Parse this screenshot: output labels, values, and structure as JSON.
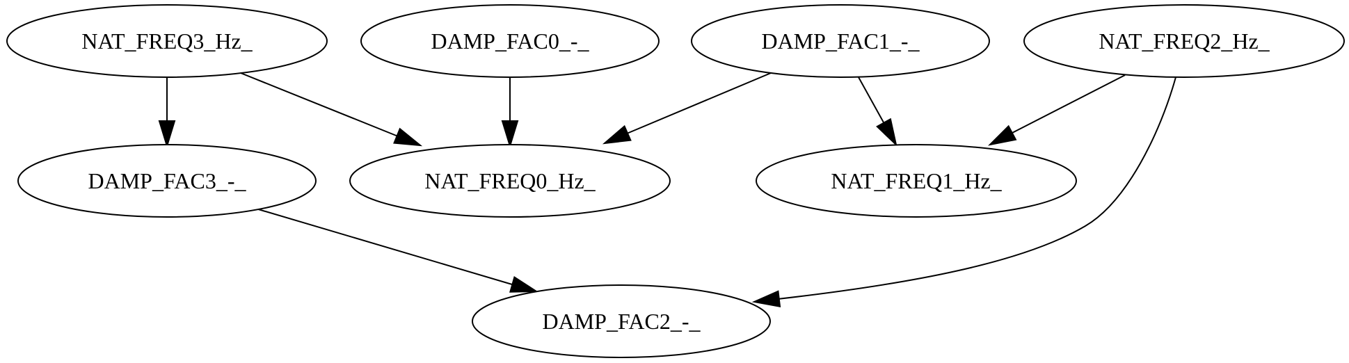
{
  "graph": {
    "nodes": [
      {
        "id": "NAT_FREQ3_Hz_",
        "label": "NAT_FREQ3_Hz_"
      },
      {
        "id": "DAMP_FAC0_-_",
        "label": "DAMP_FAC0_-_"
      },
      {
        "id": "DAMP_FAC1_-_",
        "label": "DAMP_FAC1_-_"
      },
      {
        "id": "NAT_FREQ2_Hz_",
        "label": "NAT_FREQ2_Hz_"
      },
      {
        "id": "DAMP_FAC3_-_",
        "label": "DAMP_FAC3_-_"
      },
      {
        "id": "NAT_FREQ0_Hz_",
        "label": "NAT_FREQ0_Hz_"
      },
      {
        "id": "NAT_FREQ1_Hz_",
        "label": "NAT_FREQ1_Hz_"
      },
      {
        "id": "DAMP_FAC2_-_",
        "label": "DAMP_FAC2_-_"
      }
    ],
    "edges": [
      {
        "from": "NAT_FREQ3_Hz_",
        "to": "DAMP_FAC3_-_"
      },
      {
        "from": "NAT_FREQ3_Hz_",
        "to": "NAT_FREQ0_Hz_"
      },
      {
        "from": "DAMP_FAC0_-_",
        "to": "NAT_FREQ0_Hz_"
      },
      {
        "from": "DAMP_FAC1_-_",
        "to": "NAT_FREQ0_Hz_"
      },
      {
        "from": "DAMP_FAC1_-_",
        "to": "NAT_FREQ1_Hz_"
      },
      {
        "from": "NAT_FREQ2_Hz_",
        "to": "NAT_FREQ1_Hz_"
      },
      {
        "from": "NAT_FREQ2_Hz_",
        "to": "DAMP_FAC2_-_"
      },
      {
        "from": "DAMP_FAC3_-_",
        "to": "DAMP_FAC2_-_"
      }
    ]
  }
}
